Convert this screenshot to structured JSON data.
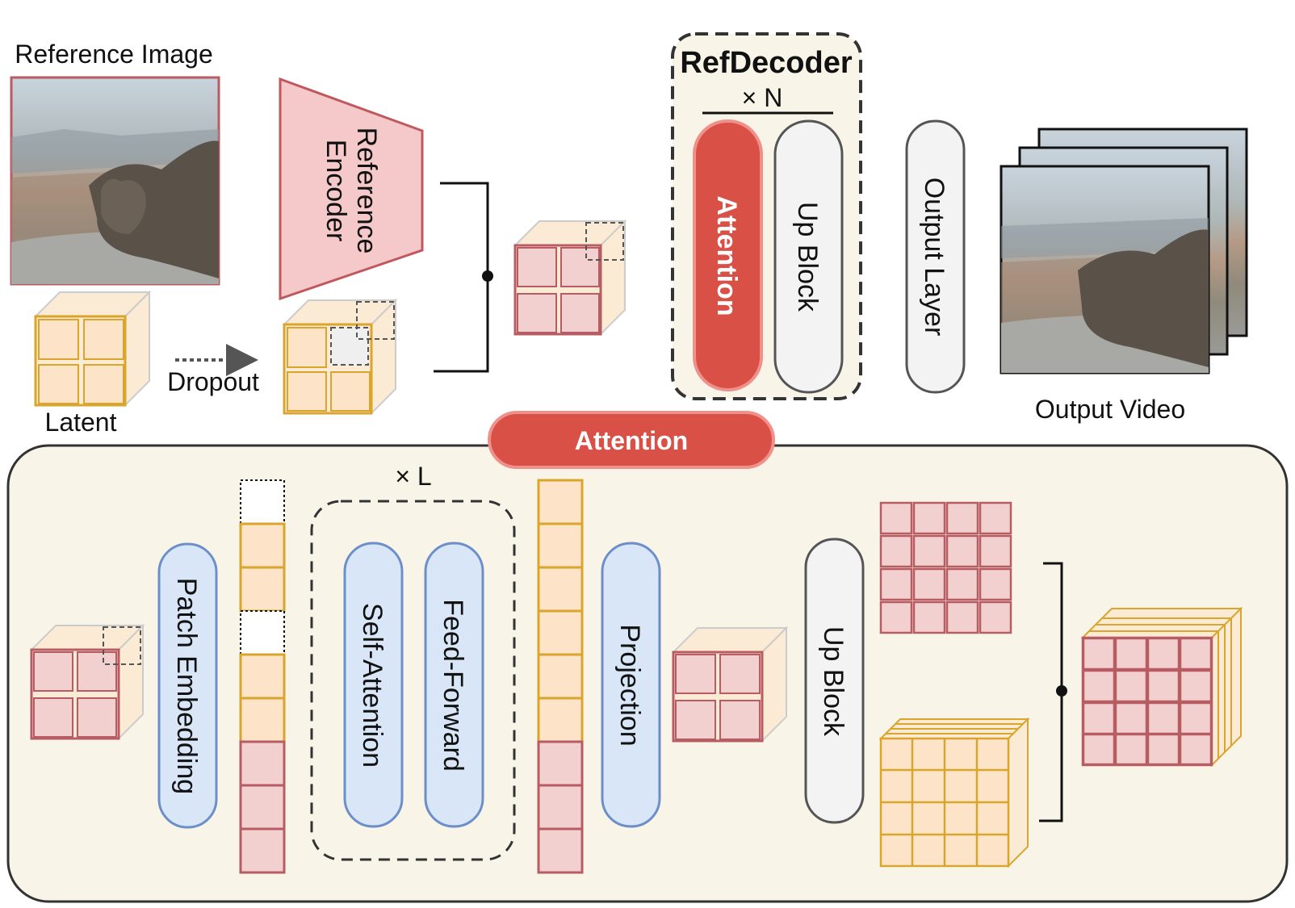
{
  "top": {
    "reference_image_label": "Reference Image",
    "latent_label": "Latent",
    "dropout_label": "Dropout",
    "reference_encoder_line1": "Reference",
    "reference_encoder_line2": "Encoder",
    "refdecoder_title": "RefDecoder",
    "refdecoder_repeat": "× N",
    "attention_block": "Attention",
    "up_block": "Up Block",
    "output_layer": "Output Layer",
    "output_video_label": "Output Video"
  },
  "bridge": {
    "attention": "Attention"
  },
  "bottom": {
    "patch_embedding": "Patch Embedding",
    "repeat_label": "× L",
    "self_attention": "Self-Attention",
    "feed_forward": "Feed-Forward",
    "projection": "Projection",
    "up_block": "Up Block"
  },
  "colors": {
    "panel_fill": "#f8f5e8",
    "attention_red": "#d95146",
    "attention_border": "#f0908a",
    "pink": "#f2d0d0",
    "pink_stroke": "#b85c63",
    "orange": "#fde4c8",
    "orange_stroke": "#d9a52d",
    "blue": "#d8e6f8",
    "blue_stroke": "#6c8ec9",
    "grey_block": "#f3f3f3"
  }
}
